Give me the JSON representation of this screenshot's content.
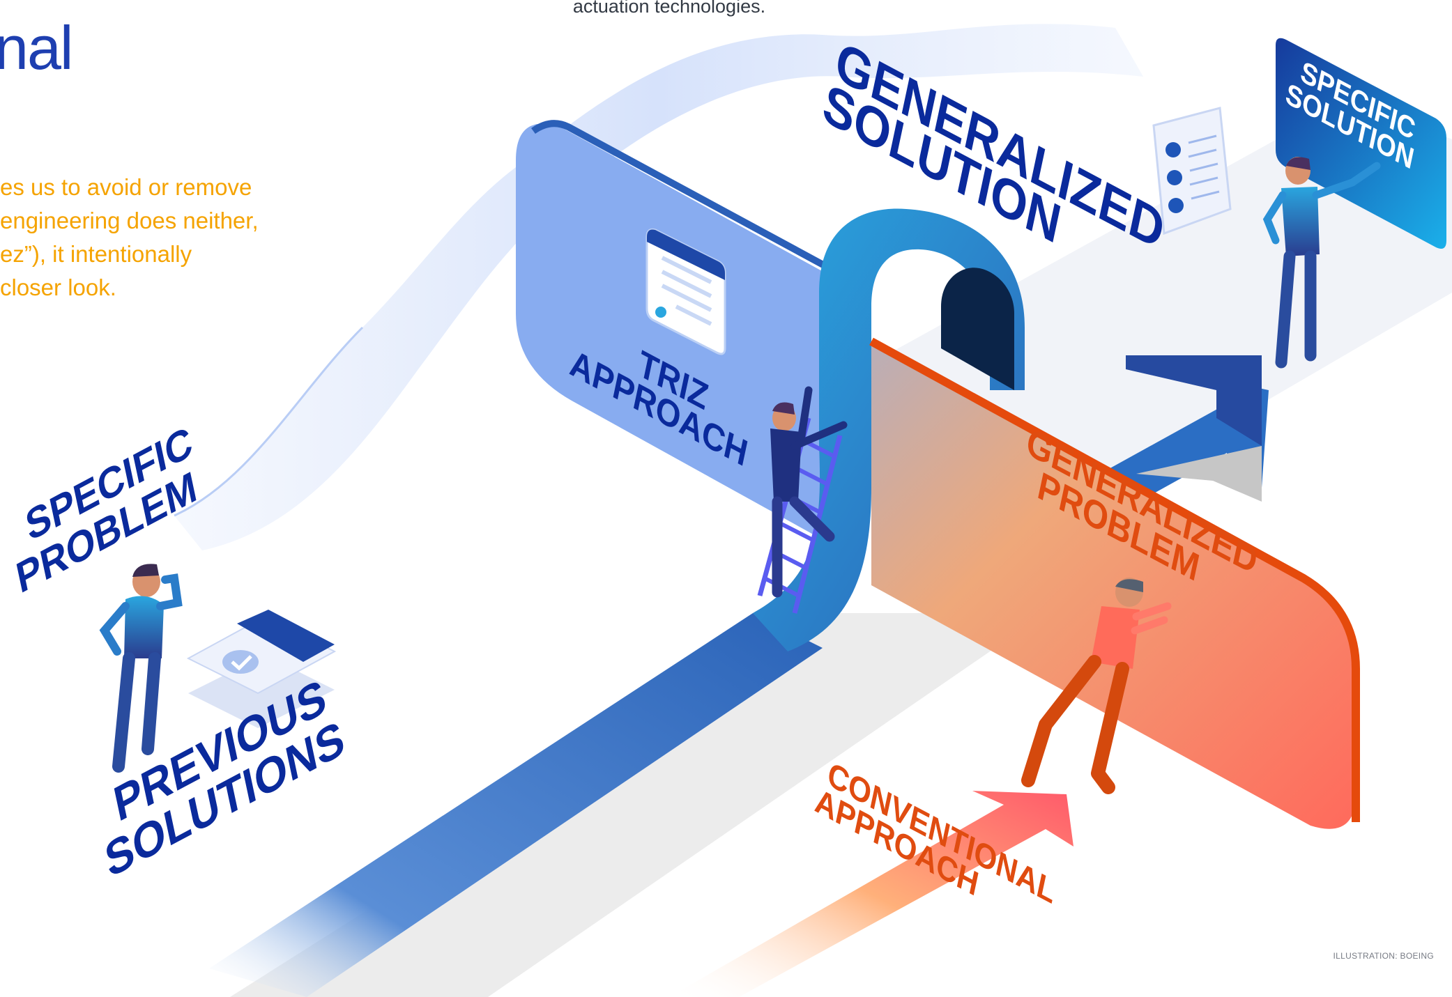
{
  "header": {
    "caption": "actuation technologies.",
    "title_fragment": "nal"
  },
  "intro": {
    "lines": [
      "es us to avoid or remove",
      "engineering does neither,",
      "ez”), it intentionally",
      "closer look."
    ]
  },
  "labels": {
    "specific_problem": [
      "SPECIFIC",
      "PROBLEM"
    ],
    "previous_solutions": [
      "PREVIOUS",
      "SOLUTIONS"
    ],
    "triz_approach": [
      "TRIZ",
      "APPROACH"
    ],
    "generalized_solution": [
      "GENERALIZED",
      "SOLUTION"
    ],
    "specific_solution": [
      "SPECIFIC",
      "SOLUTION"
    ],
    "generalized_problem": [
      "GENERALIZED",
      "PROBLEM"
    ],
    "conventional_approach": [
      "CONVENTIONAL",
      "APPROACH"
    ]
  },
  "credit": "ILLUSTRATION: BOEING",
  "colors": {
    "label_blue": "#0a2a9c",
    "label_orange": "#e04c10",
    "intro_orange": "#f5a300",
    "track_blue": "#2f6cc0",
    "wall_orange": "#f79a5e"
  },
  "icons": [
    "window-icon",
    "checklist-icon",
    "checkmark-card-icon",
    "ladder-icon",
    "up-arrow-icon"
  ]
}
